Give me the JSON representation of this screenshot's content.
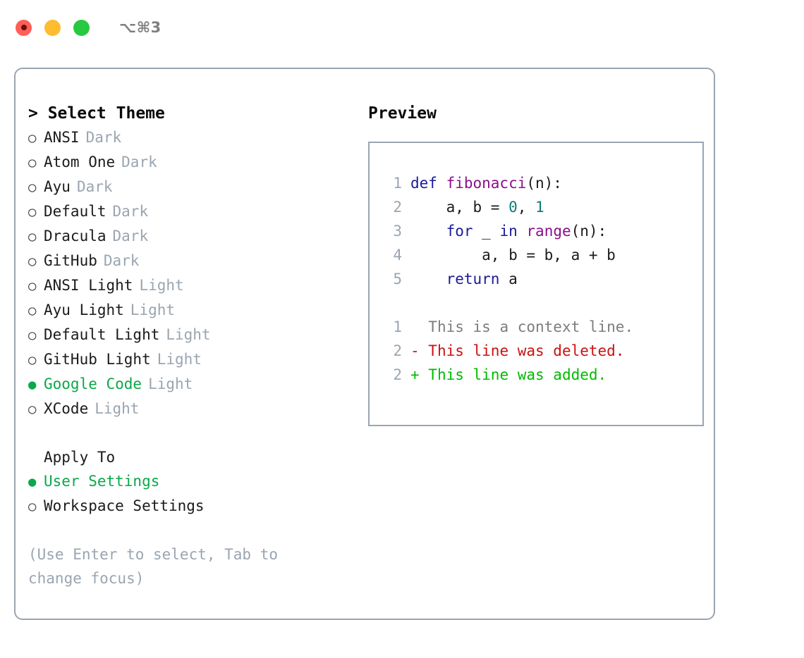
{
  "window": {
    "title": "⌥⌘3",
    "traffic_lights": [
      {
        "name": "close",
        "color": "#ff5f57"
      },
      {
        "name": "minimize",
        "color": "#febc2e"
      },
      {
        "name": "maximize",
        "color": "#28c840"
      }
    ]
  },
  "colors": {
    "accent_green": "#0aa84a",
    "muted": "#9aa5b1",
    "border": "#9aa5b1",
    "keyword": "#1a1a9c",
    "function": "#8b0f8b",
    "number": "#0f7a7a",
    "deleted": "#cc1111",
    "added": "#00bb00",
    "context": "#7d7d7d"
  },
  "theme_picker": {
    "heading": "> Select Theme",
    "items": [
      {
        "label": "ANSI",
        "tag": "Dark",
        "selected": false
      },
      {
        "label": "Atom One",
        "tag": "Dark",
        "selected": false
      },
      {
        "label": "Ayu",
        "tag": "Dark",
        "selected": false
      },
      {
        "label": "Default",
        "tag": "Dark",
        "selected": false
      },
      {
        "label": "Dracula",
        "tag": "Dark",
        "selected": false
      },
      {
        "label": "GitHub",
        "tag": "Dark",
        "selected": false
      },
      {
        "label": "ANSI Light",
        "tag": "Light",
        "selected": false
      },
      {
        "label": "Ayu Light",
        "tag": "Light",
        "selected": false
      },
      {
        "label": "Default Light",
        "tag": "Light",
        "selected": false
      },
      {
        "label": "GitHub Light",
        "tag": "Light",
        "selected": false
      },
      {
        "label": "Google Code",
        "tag": "Light",
        "selected": true
      },
      {
        "label": "XCode",
        "tag": "Light",
        "selected": false
      }
    ]
  },
  "apply_to": {
    "heading": "Apply To",
    "items": [
      {
        "label": "User Settings",
        "selected": true
      },
      {
        "label": "Workspace Settings",
        "selected": false
      }
    ]
  },
  "hint": "(Use Enter to select, Tab to change focus)",
  "preview": {
    "heading": "Preview",
    "code_lines": [
      {
        "ln": "1",
        "tokens": [
          {
            "t": "def ",
            "c": "kw"
          },
          {
            "t": "fibonacci",
            "c": "fn"
          },
          {
            "t": "(n):",
            "c": "txt"
          }
        ]
      },
      {
        "ln": "2",
        "tokens": [
          {
            "t": "    a, b = ",
            "c": "txt"
          },
          {
            "t": "0",
            "c": "num"
          },
          {
            "t": ", ",
            "c": "txt"
          },
          {
            "t": "1",
            "c": "num"
          }
        ]
      },
      {
        "ln": "3",
        "tokens": [
          {
            "t": "    ",
            "c": "txt"
          },
          {
            "t": "for",
            "c": "kw"
          },
          {
            "t": " _ ",
            "c": "txt"
          },
          {
            "t": "in",
            "c": "kw"
          },
          {
            "t": " ",
            "c": "txt"
          },
          {
            "t": "range",
            "c": "fn"
          },
          {
            "t": "(n):",
            "c": "txt"
          }
        ]
      },
      {
        "ln": "4",
        "tokens": [
          {
            "t": "        a, b = b, a + b",
            "c": "txt"
          }
        ]
      },
      {
        "ln": "5",
        "tokens": [
          {
            "t": "    ",
            "c": "txt"
          },
          {
            "t": "return",
            "c": "kw"
          },
          {
            "t": " a",
            "c": "txt"
          }
        ]
      }
    ],
    "diff_lines": [
      {
        "ln": "1",
        "marker": "  ",
        "text": "This is a context line.",
        "kind": "ctx"
      },
      {
        "ln": "2",
        "marker": "- ",
        "text": "This line was deleted.",
        "kind": "del"
      },
      {
        "ln": "2",
        "marker": "+ ",
        "text": "This line was added.",
        "kind": "add"
      }
    ]
  }
}
